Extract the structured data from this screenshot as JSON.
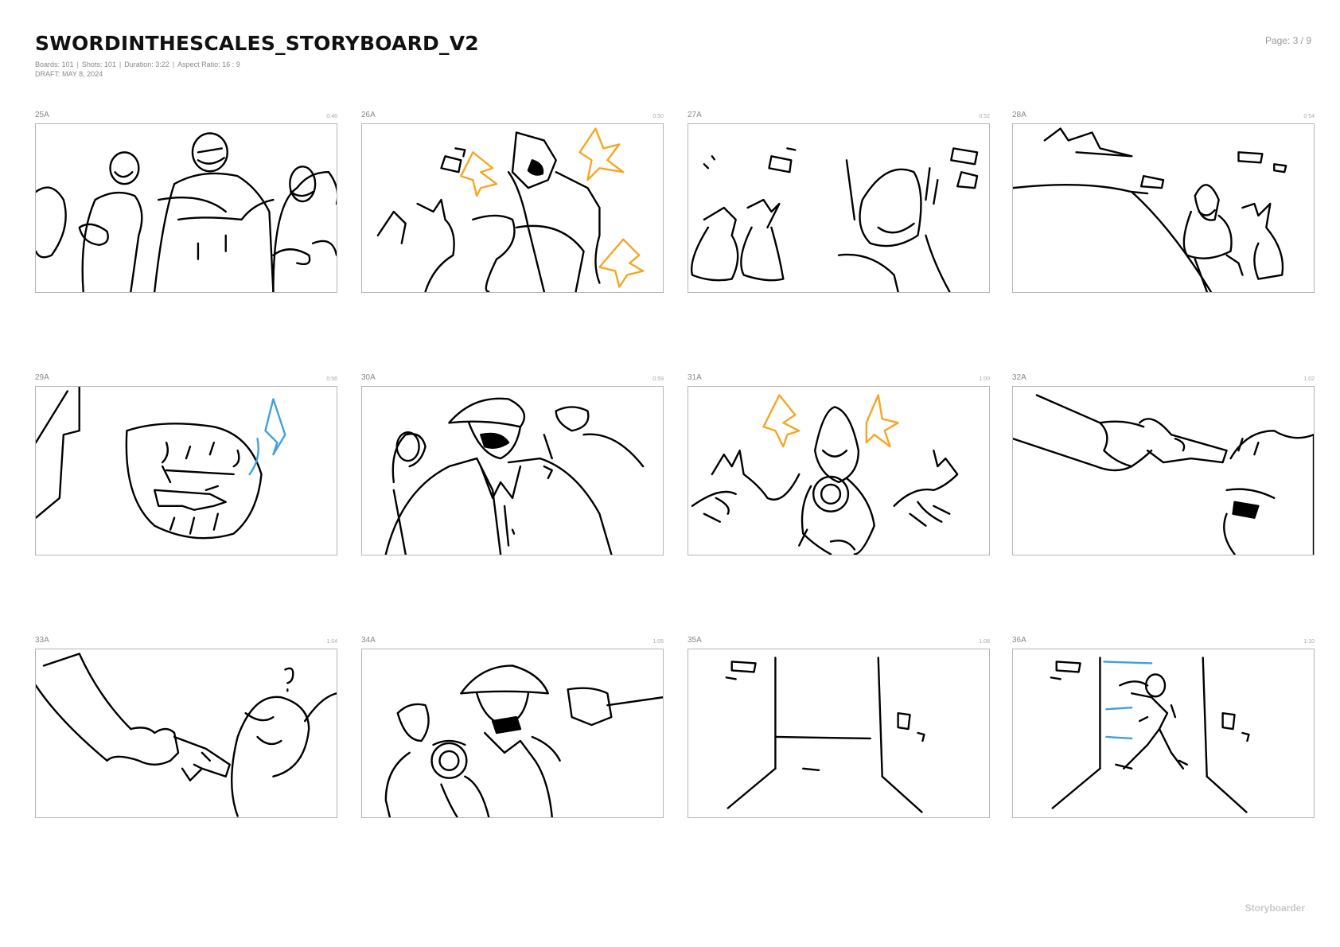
{
  "header": {
    "title": "SWORDINTHESCALES_STORYBOARD_V2",
    "boards": "Boards: 101",
    "shots": "Shots: 101",
    "duration": "Duration: 3:22",
    "aspect": "Aspect Ratio: 16 : 9",
    "draft": "DRAFT: MAY 8, 2024",
    "page": "Page: 3 / 9"
  },
  "boards": [
    {
      "label": "25A",
      "time": "0:46"
    },
    {
      "label": "26A",
      "time": "0:50"
    },
    {
      "label": "27A",
      "time": "0:52"
    },
    {
      "label": "28A",
      "time": "0:54"
    },
    {
      "label": "29A",
      "time": "0:56"
    },
    {
      "label": "30A",
      "time": "0:59"
    },
    {
      "label": "31A",
      "time": "1:00"
    },
    {
      "label": "32A",
      "time": "1:02"
    },
    {
      "label": "33A",
      "time": "1:04"
    },
    {
      "label": "34A",
      "time": "1:05"
    },
    {
      "label": "35A",
      "time": "1:08"
    },
    {
      "label": "36A",
      "time": "1:10"
    }
  ],
  "footer": {
    "brand": "Storyboarder"
  },
  "colors": {
    "accent_orange": "#f5a623",
    "accent_blue": "#3ea0e0",
    "frame_border": "#b5b5b5"
  }
}
